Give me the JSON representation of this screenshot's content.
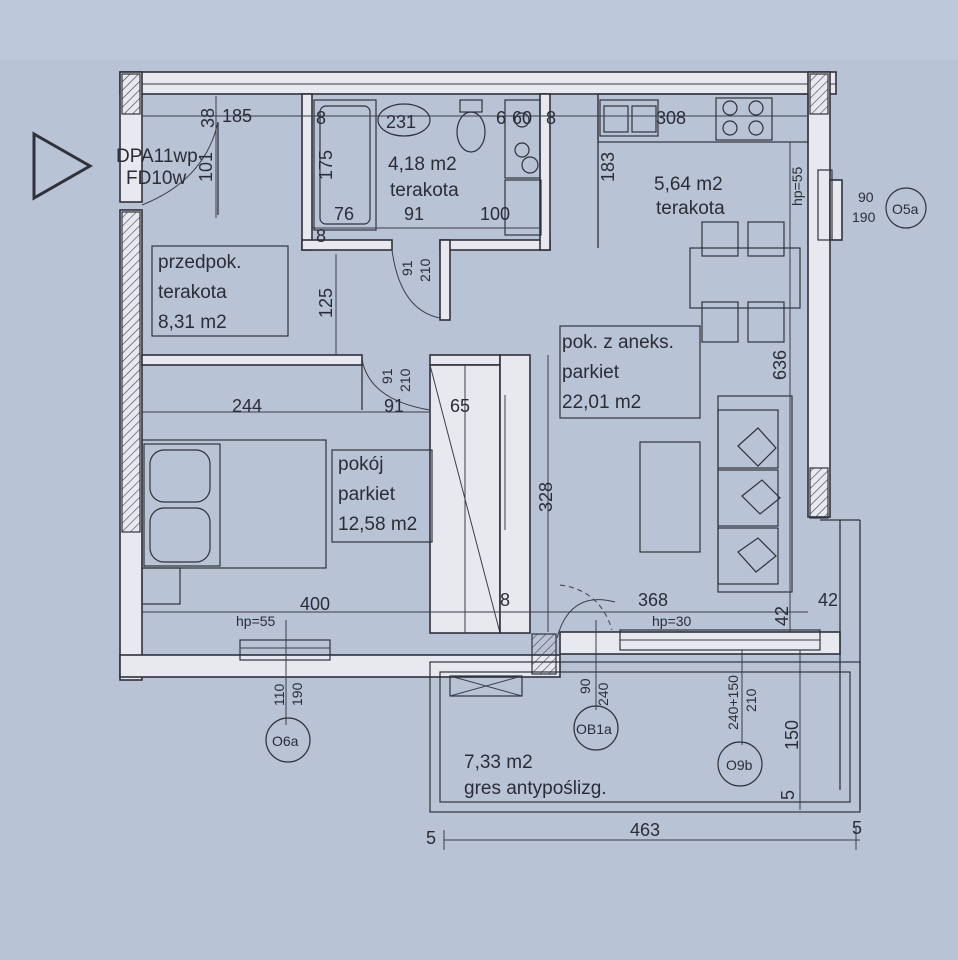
{
  "marker": {
    "code_1": "DPA11wp",
    "code_2": "FD10w"
  },
  "rooms": {
    "hall": {
      "name": "przedpok.",
      "floor": "terakota",
      "area": "8,31 m2"
    },
    "bathroom": {
      "area": "4,18 m2",
      "floor": "terakota"
    },
    "kitchen": {
      "area": "5,64 m2",
      "floor": "terakota"
    },
    "living": {
      "name": "pok. z aneks.",
      "floor": "parkiet",
      "area": "22,01 m2"
    },
    "bedroom": {
      "name": "pokój",
      "floor": "parkiet",
      "area": "12,58 m2"
    },
    "balcony": {
      "area": "7,33 m2",
      "floor": "gres antypoślizg."
    }
  },
  "dimensions": {
    "d38": "38",
    "d185": "185",
    "d101": "101",
    "d8a": "8",
    "d231": "231",
    "d6": "6",
    "d60": "60",
    "d8b": "8",
    "d308": "308",
    "d175": "175",
    "d183": "183",
    "d76": "76",
    "d91a": "91",
    "d100": "100",
    "d8c": "8",
    "d91b": "91",
    "d210a": "210",
    "d125": "125",
    "d91c": "91",
    "d210b": "210",
    "d244": "244",
    "d91d": "91",
    "d65": "65",
    "d636": "636",
    "d328": "328",
    "d8d": "8",
    "d400": "400",
    "d368": "368",
    "d42a": "42",
    "d42b": "42",
    "d150": "150",
    "d5a": "5",
    "d5b": "5",
    "d5c": "5",
    "d463": "463"
  },
  "windows": {
    "w_o5a": {
      "tag": "O5a",
      "sill": "hp=55",
      "width": "90",
      "height": "190"
    },
    "w_o6a": {
      "tag": "O6a",
      "sill": "hp=55",
      "width": "110",
      "height": "190"
    },
    "w_ob1a": {
      "tag": "OB1a",
      "width": "90",
      "height": "240"
    },
    "w_o9b": {
      "tag": "O9b",
      "width": "240+150",
      "height": "210"
    },
    "w_hp30": {
      "sill": "hp=30"
    }
  }
}
